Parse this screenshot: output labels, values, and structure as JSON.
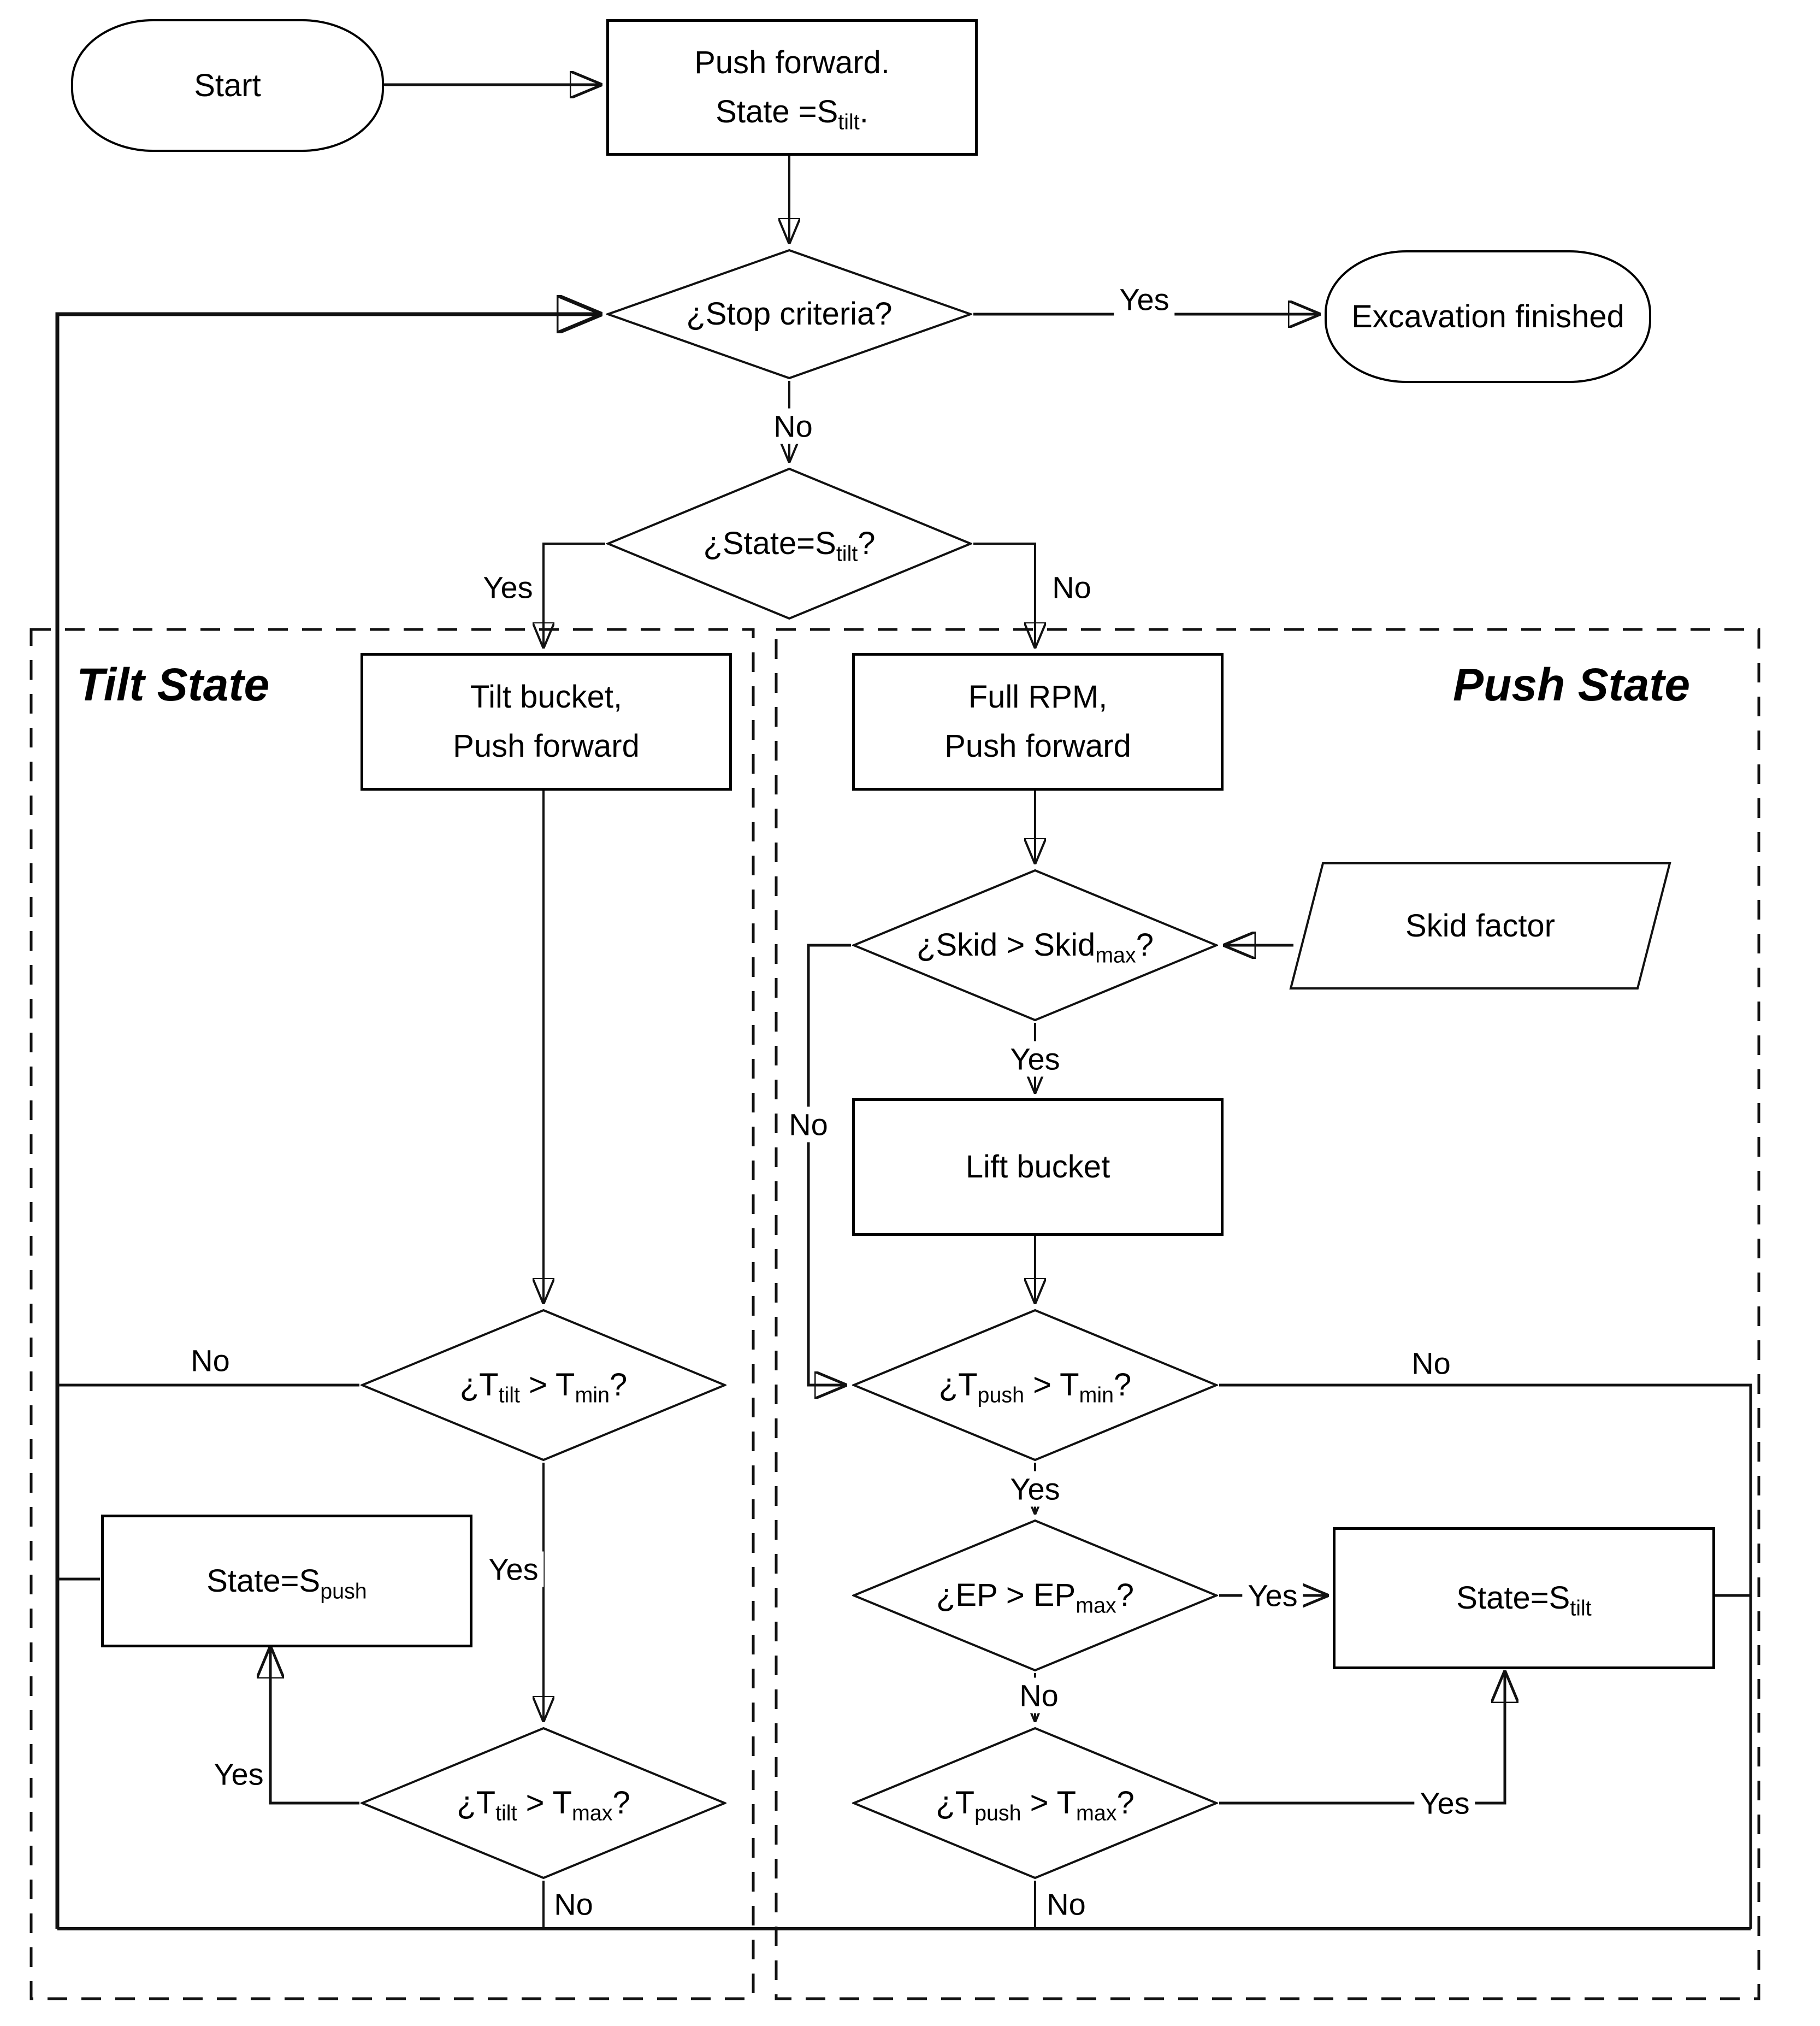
{
  "regions": {
    "tilt": {
      "title": "Tilt State"
    },
    "push": {
      "title": "Push State"
    }
  },
  "nodes": {
    "start": {
      "label": "Start"
    },
    "push_forward": {
      "line1": "Push forward.",
      "line2_pre": "State =S",
      "line2_sub": "tilt",
      "line2_post": "."
    },
    "stop_criteria": {
      "label": "¿Stop criteria?"
    },
    "excavation_finished": {
      "label": "Excavation finished"
    },
    "state_check": {
      "pre": "¿State=S",
      "sub": "tilt",
      "post": "?"
    },
    "tilt_bucket": {
      "line1": "Tilt bucket,",
      "line2": "Push forward"
    },
    "full_rpm": {
      "line1": "Full RPM,",
      "line2": "Push forward"
    },
    "skid_check": {
      "pre": "¿Skid > Skid",
      "sub": "max",
      "post": "?"
    },
    "skid_factor": {
      "label": "Skid factor"
    },
    "lift_bucket": {
      "label": "Lift bucket"
    },
    "ttilt_min": {
      "pre": "¿T",
      "sub1": "tilt",
      "mid": " > T",
      "sub2": "min",
      "post": "?"
    },
    "ttilt_max": {
      "pre": "¿T",
      "sub1": "tilt",
      "mid": " > T",
      "sub2": "max",
      "post": "?"
    },
    "tpush_min": {
      "pre": "¿T",
      "sub1": "push",
      "mid": " > T",
      "sub2": "min",
      "post": "?"
    },
    "tpush_max": {
      "pre": "¿T",
      "sub1": "push",
      "mid": " > T",
      "sub2": "max",
      "post": "?"
    },
    "ep_check": {
      "pre": "¿EP > EP",
      "sub": "max",
      "post": "?"
    },
    "state_spush": {
      "pre": "State=S",
      "sub": "push"
    },
    "state_stilt": {
      "pre": "State=S",
      "sub": "tilt"
    }
  },
  "edge_labels": {
    "stop_yes": "Yes",
    "stop_no": "No",
    "state_yes": "Yes",
    "state_no": "No",
    "skid_yes": "Yes",
    "skid_no": "No",
    "ttiltmin_no": "No",
    "ttiltmin_yes": "Yes",
    "ttiltmax_yes": "Yes",
    "ttiltmax_no": "No",
    "tpushmin_yes": "Yes",
    "tpushmin_no": "No",
    "ep_yes": "Yes",
    "ep_no": "No",
    "tpushmax_yes": "Yes",
    "tpushmax_no": "No"
  },
  "colors": {
    "line": "#111111",
    "background": "#ffffff",
    "text": "#000000"
  }
}
